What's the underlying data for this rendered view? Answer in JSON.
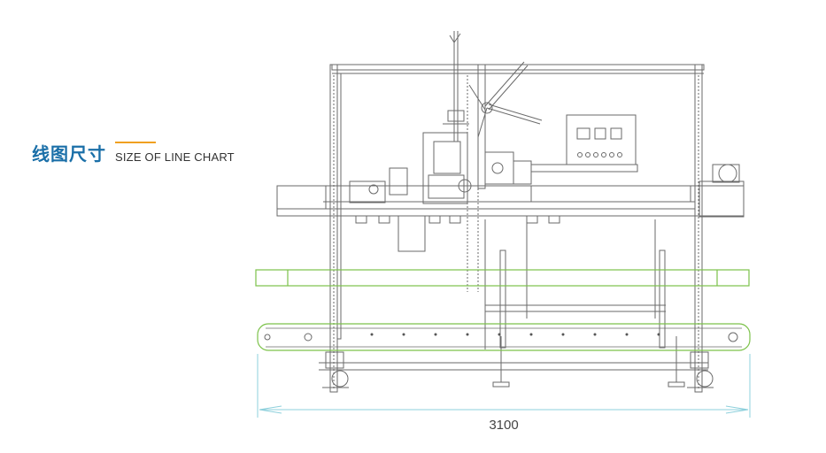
{
  "heading": {
    "title_cn": "线图尺寸",
    "title_en": "SIZE OF LINE CHART"
  },
  "drawing": {
    "dimension_label": "3100"
  },
  "colors": {
    "accent_title": "#1a6fa8",
    "accent_rule": "#f0a020",
    "conveyor": "#7cc24a",
    "dimension": "#8ed0dc",
    "line": "#6a6a6a"
  }
}
